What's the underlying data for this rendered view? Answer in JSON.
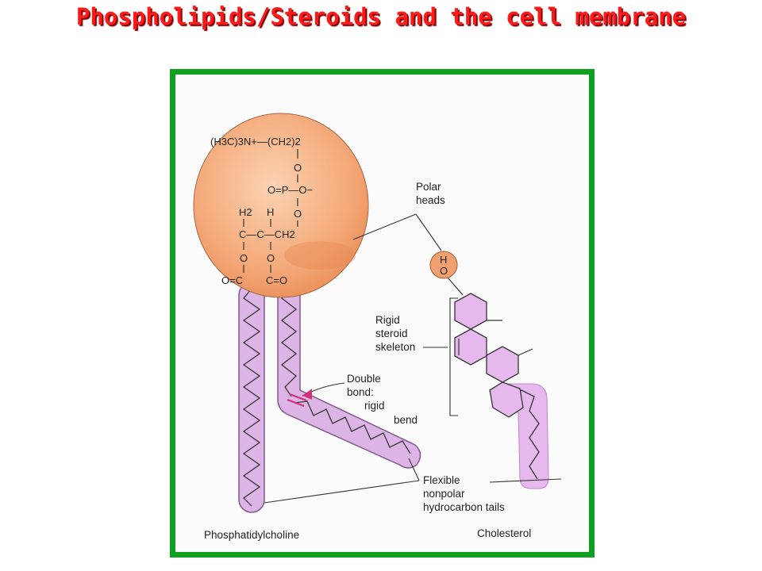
{
  "slide": {
    "title": "Phospholipids/Steroids and the cell membrane",
    "frame_color": "#10a020",
    "title_color": "#ff1a1a"
  },
  "diagram": {
    "head_formula": {
      "row1": "(H3C)3N+—(CH2)2",
      "o1": "O",
      "phosphate": "O=P—O−",
      "labels_h": [
        "H2",
        "H"
      ],
      "o2": "O",
      "backbone": "C—C—CH2",
      "o3": "O",
      "o4": "O",
      "ester_left": "O=C",
      "ester_right": "C=O"
    },
    "labels": {
      "polar_heads": [
        "Polar",
        "heads"
      ],
      "hydroxyl": [
        "H",
        "O"
      ],
      "rigid_steroid": [
        "Rigid",
        "steroid",
        "skeleton"
      ],
      "double_bond": [
        "Double",
        "bond:",
        "rigid",
        "bend"
      ],
      "flexible_tails": [
        "Flexible",
        "nonpolar",
        "hydrocarbon tails"
      ],
      "phosphatidylcholine": "Phosphatidylcholine",
      "cholesterol": "Cholesterol"
    },
    "colors": {
      "head_fill": "#f7b589",
      "tail_fill": "#dcb4e6",
      "steroid_fill": "#e6b8ee",
      "hydroxyl_fill": "#f2a070",
      "double_bond": "#d4307a"
    }
  }
}
